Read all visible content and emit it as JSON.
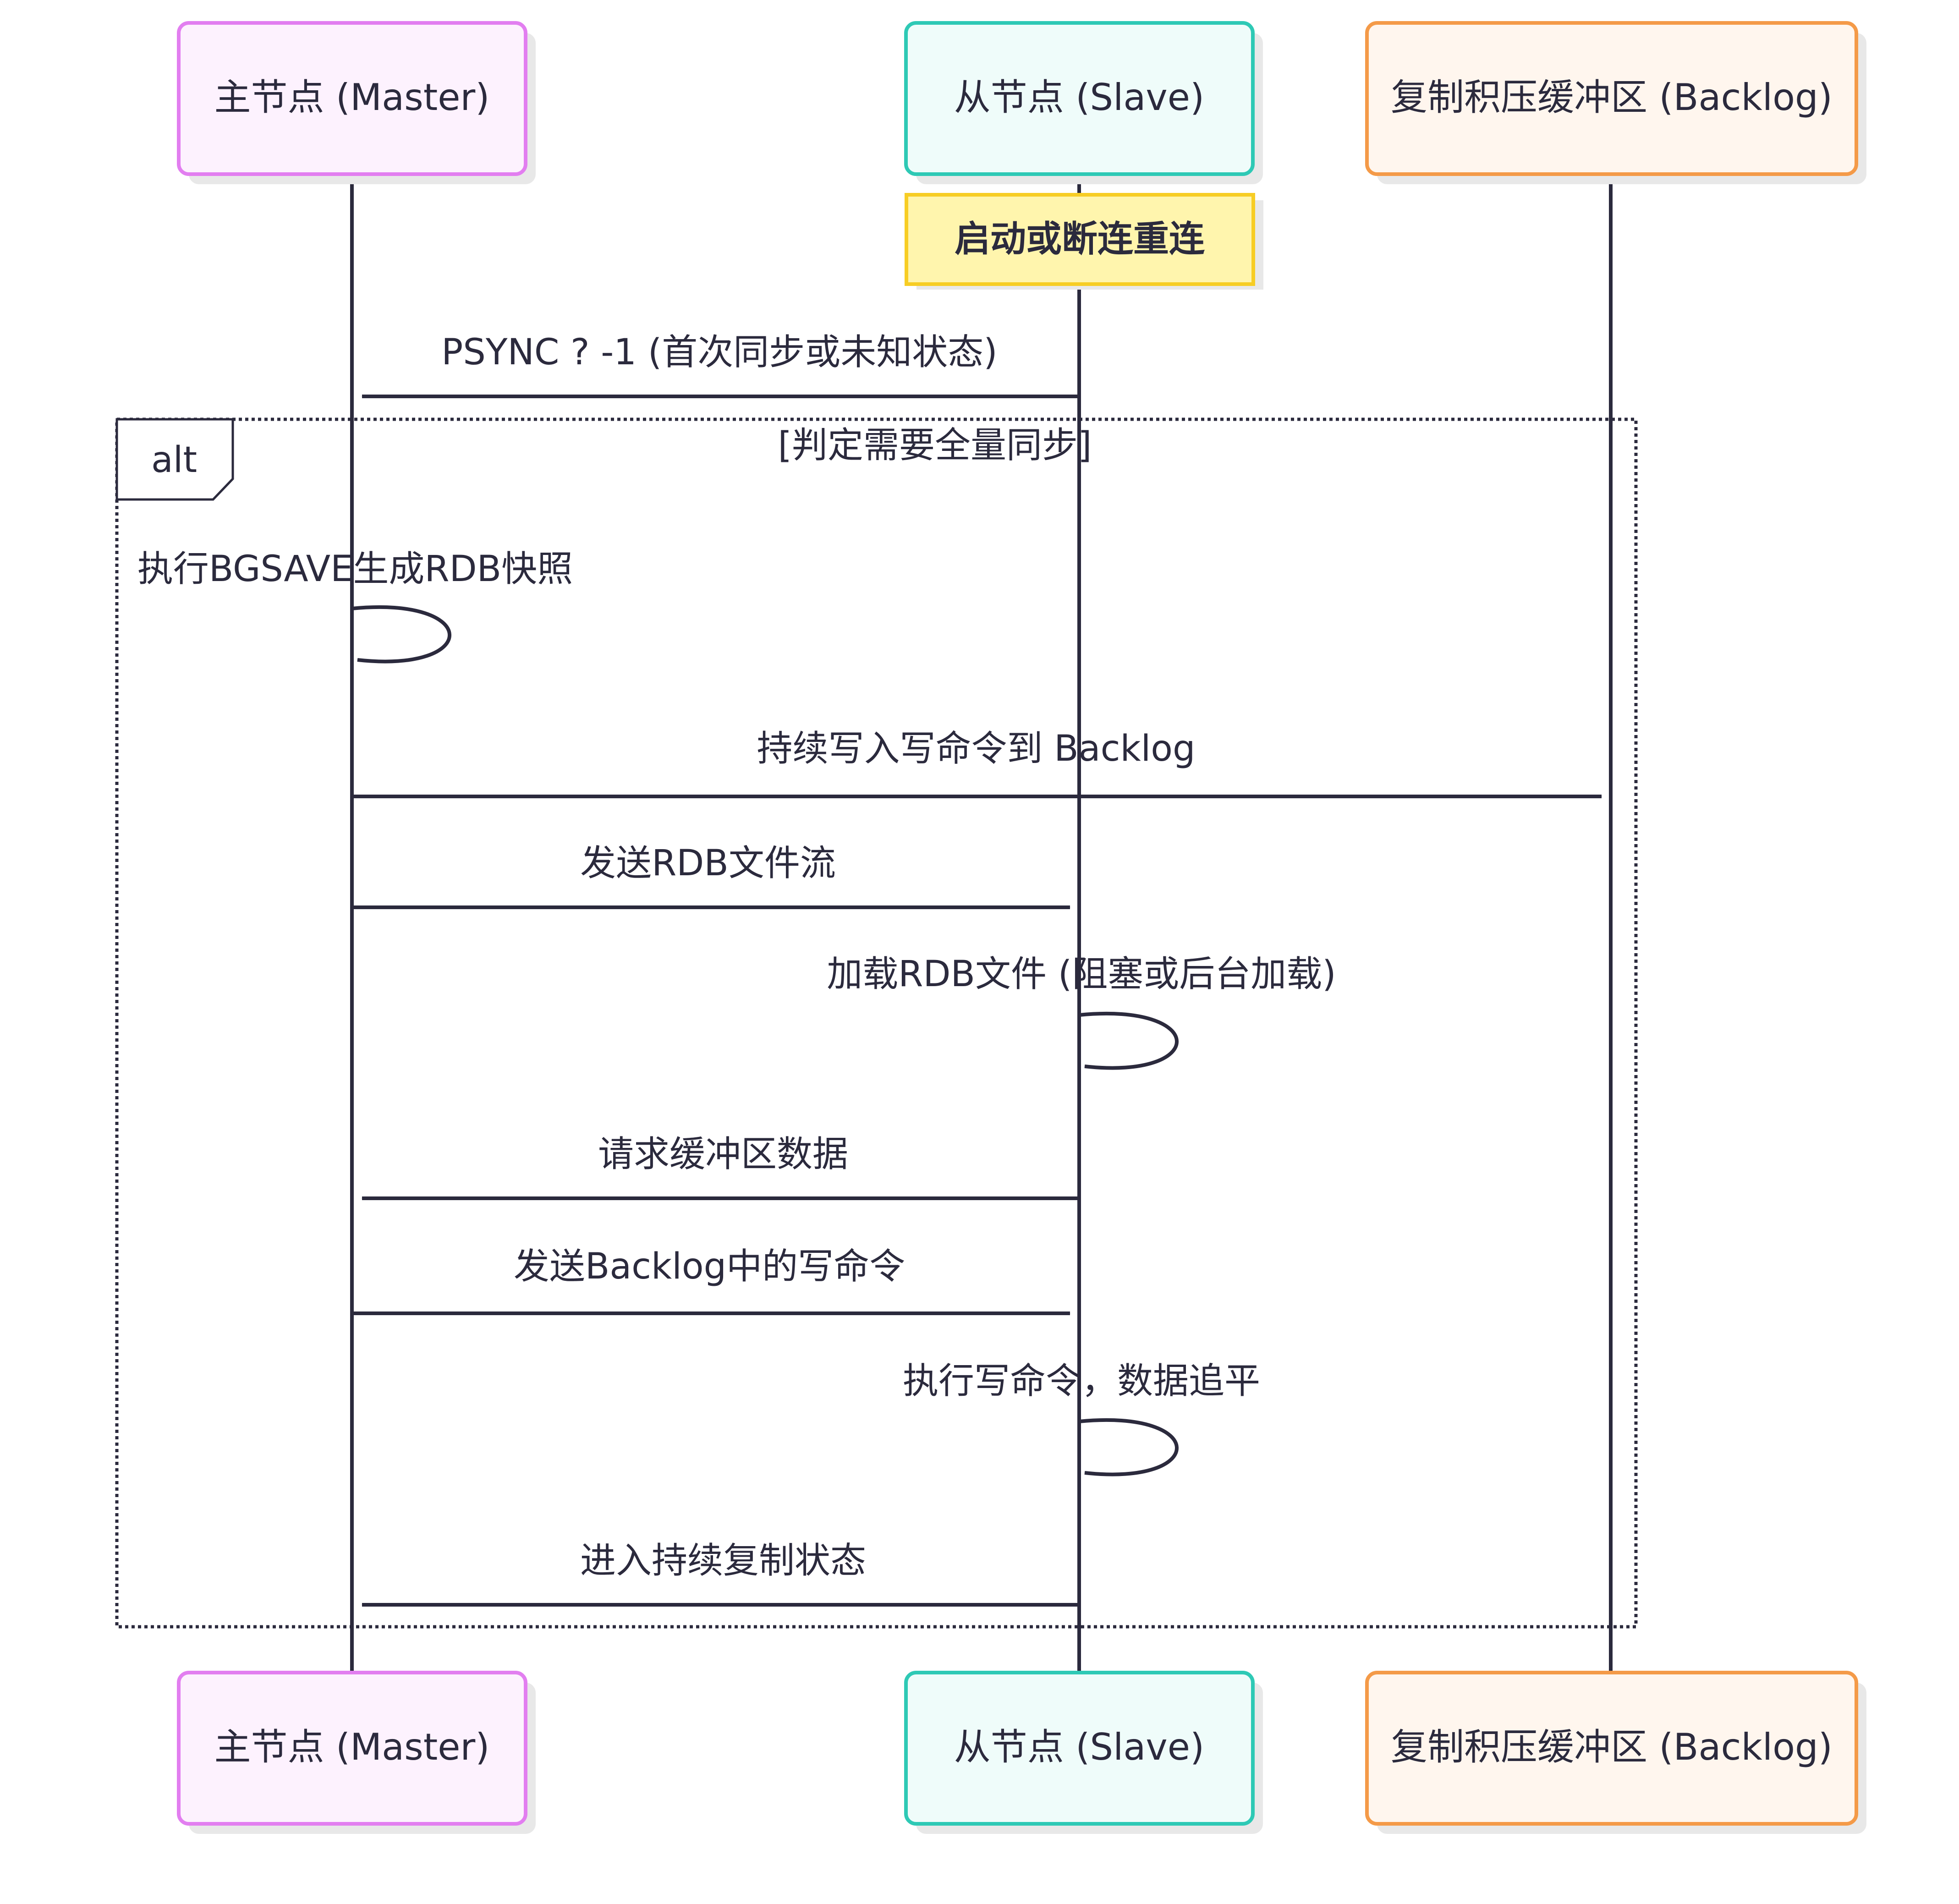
{
  "participants": [
    {
      "id": "master",
      "label": "主节点 (Master)",
      "border": "#e27ef0",
      "fill": "#fdf2fe"
    },
    {
      "id": "slave",
      "label": "从节点 (Slave)",
      "border": "#2ec9b5",
      "fill": "#effcfa"
    },
    {
      "id": "backlog",
      "label": "复制积压缓冲区 (Backlog)",
      "border": "#f49a48",
      "fill": "#fff6ee"
    }
  ],
  "note": {
    "text": "启动或断连重连",
    "border": "#f7cd24",
    "fill": "#fff5ad"
  },
  "alt": {
    "label": "alt",
    "condition": "[判定需要全量同步]"
  },
  "messages": [
    {
      "text": "PSYNC ? -1 (首次同步或未知状态)"
    },
    {
      "text": "执行BGSAVE生成RDB快照"
    },
    {
      "text": "持续写入写命令到 Backlog"
    },
    {
      "text": "发送RDB文件流"
    },
    {
      "text": "加载RDB文件 (阻塞或后台加载)"
    },
    {
      "text": "请求缓冲区数据"
    },
    {
      "text": "发送Backlog中的写命令"
    },
    {
      "text": "执行写命令，数据追平"
    },
    {
      "text": "进入持续复制状态"
    }
  ],
  "colors": {
    "line": "#2b2a3d",
    "text": "#2b2a3d",
    "shadow": "#e8e8e8"
  }
}
